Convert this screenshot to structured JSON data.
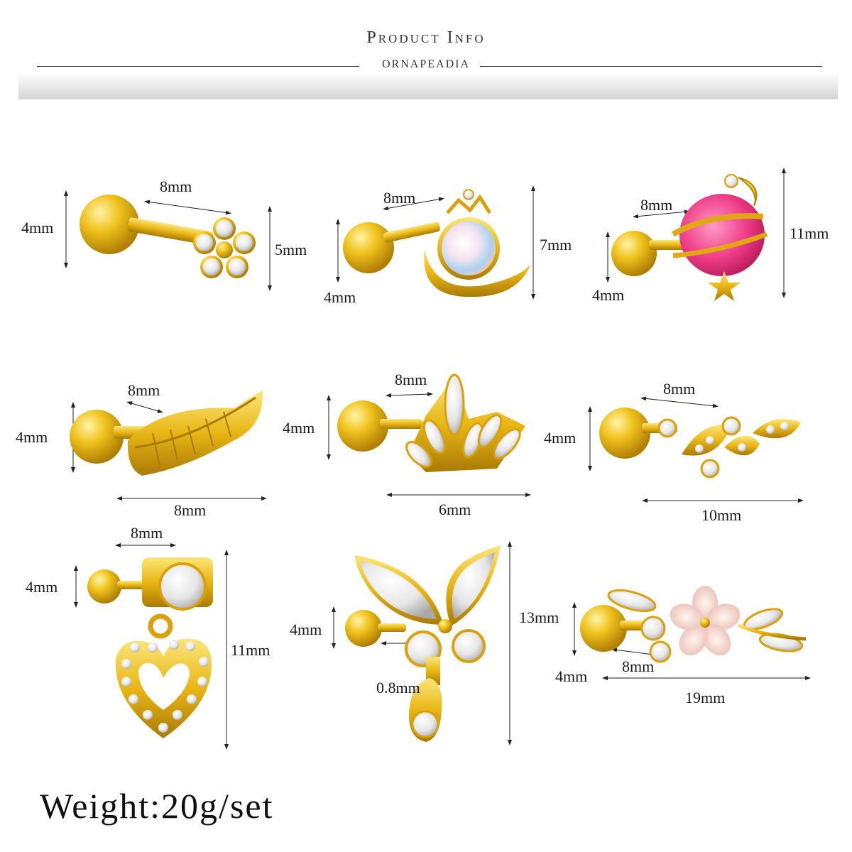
{
  "header": {
    "title": "Product Info",
    "brand": "ORNAPEADIA"
  },
  "colors": {
    "gold": "#e8b615",
    "gold_dark": "#b98a07",
    "opal": "#cfe3f2",
    "pink_opal": "#ee3c86",
    "shell": "#f4d8d0",
    "crystal": "#f2f2f2"
  },
  "pieces": [
    {
      "name": "flower-stud",
      "labels": [
        "8mm",
        "4mm",
        "5mm"
      ]
    },
    {
      "name": "moon-opal-stud",
      "labels": [
        "8mm",
        "7mm",
        "4mm"
      ]
    },
    {
      "name": "pink-planet-stud",
      "labels": [
        "8mm",
        "11mm",
        "4mm"
      ]
    },
    {
      "name": "leaf-stud",
      "labels": [
        "8mm",
        "4mm",
        "8mm"
      ]
    },
    {
      "name": "crown-stud",
      "labels": [
        "8mm",
        "4mm",
        "6mm"
      ]
    },
    {
      "name": "vine-stud",
      "labels": [
        "8mm",
        "4mm",
        "10mm"
      ]
    },
    {
      "name": "heart-drop-stud",
      "labels": [
        "8mm",
        "4mm",
        "11mm"
      ]
    },
    {
      "name": "butterfly-drop-stud",
      "labels": [
        "4mm",
        "13mm",
        "0.8mm"
      ]
    },
    {
      "name": "shell-flower-stud",
      "labels": [
        "4mm",
        "8mm",
        "19mm"
      ]
    }
  ],
  "weight": "Weight:20g/set"
}
